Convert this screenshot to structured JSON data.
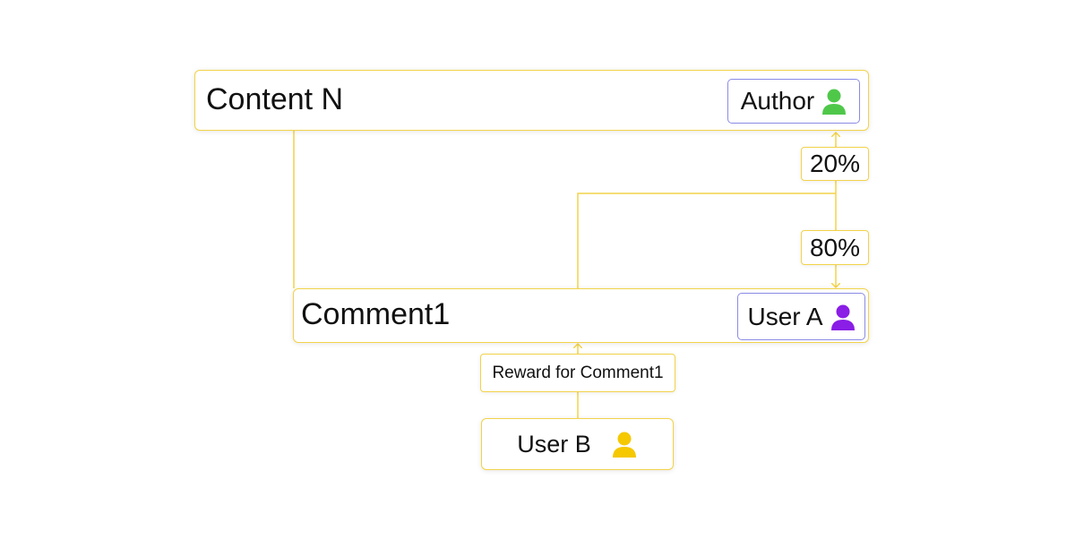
{
  "content": {
    "title": "Content N",
    "user_label": "Author",
    "icon": "person-icon",
    "icon_color": "#4fc84a"
  },
  "comment": {
    "title": "Comment1",
    "user_label": "User A",
    "icon": "person-icon",
    "icon_color": "#8a1de6"
  },
  "split": {
    "upper_pct": "20%",
    "lower_pct": "80%"
  },
  "reward": {
    "label": "Reward for Comment1"
  },
  "user_b": {
    "label": "User B",
    "icon": "person-icon",
    "icon_color": "#f5c800"
  },
  "colors": {
    "connector": "#f2d34a",
    "box_border": "#f2d34a",
    "chip_border": "#8a8ae6"
  }
}
